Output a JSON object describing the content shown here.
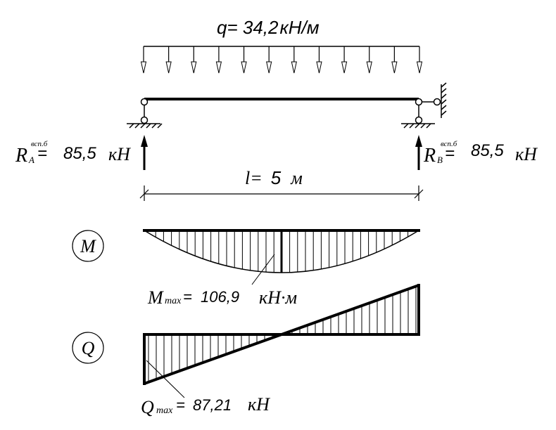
{
  "load": {
    "q_symbol": "q",
    "eq": "=",
    "q_value": "34,2",
    "q_unit": "кН/м"
  },
  "reactions": {
    "a": {
      "symbol": "R",
      "sub": "A",
      "sup": "всп.б",
      "eq": "=",
      "value": "85,5",
      "unit": "кН"
    },
    "b": {
      "symbol": "R",
      "sub": "B",
      "sup": "всп.б",
      "eq": "=",
      "value": "85,5",
      "unit": "кН"
    }
  },
  "span": {
    "symbol": "l",
    "eq": "=",
    "value": "5",
    "unit": "м"
  },
  "moment": {
    "circle_label": "M",
    "max_symbol": "M",
    "max_sub": "max",
    "eq": "=",
    "max_value": "106,9",
    "max_unit": "кН·м"
  },
  "shear": {
    "circle_label": "Q",
    "max_symbol": "Q",
    "max_sub": "max",
    "eq": "=",
    "max_value": "87,21",
    "max_unit": "кН"
  }
}
